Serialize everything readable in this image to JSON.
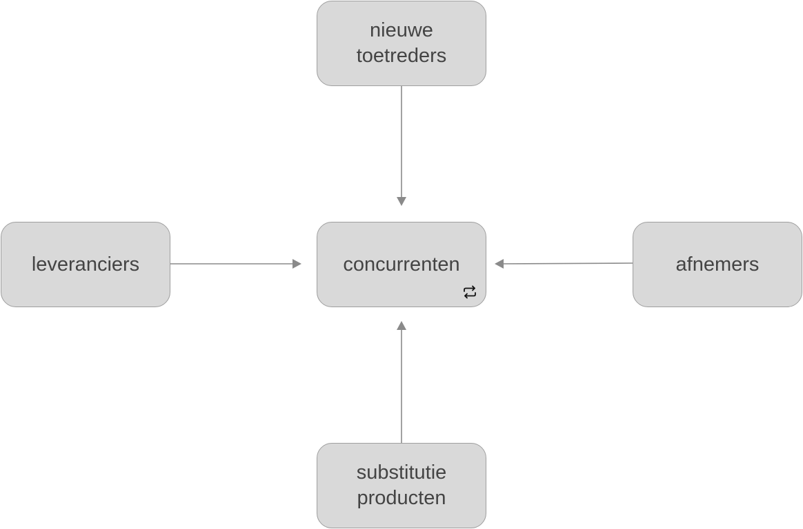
{
  "diagram": {
    "nodes": {
      "top": {
        "label": "nieuwe\ntoetreders"
      },
      "left": {
        "label": "leveranciers"
      },
      "center": {
        "label": "concurrenten",
        "icon": "cycle-icon"
      },
      "right": {
        "label": "afnemers"
      },
      "bottom": {
        "label": "substitutie\nproducten"
      }
    },
    "edges": [
      {
        "from": "top",
        "to": "center"
      },
      {
        "from": "left",
        "to": "center"
      },
      {
        "from": "right",
        "to": "center"
      },
      {
        "from": "bottom",
        "to": "center"
      }
    ],
    "colors": {
      "node_fill": "#d9d9d9",
      "node_border": "#9e9e9e",
      "text": "#444444",
      "arrow": "#8a8a8a"
    }
  }
}
